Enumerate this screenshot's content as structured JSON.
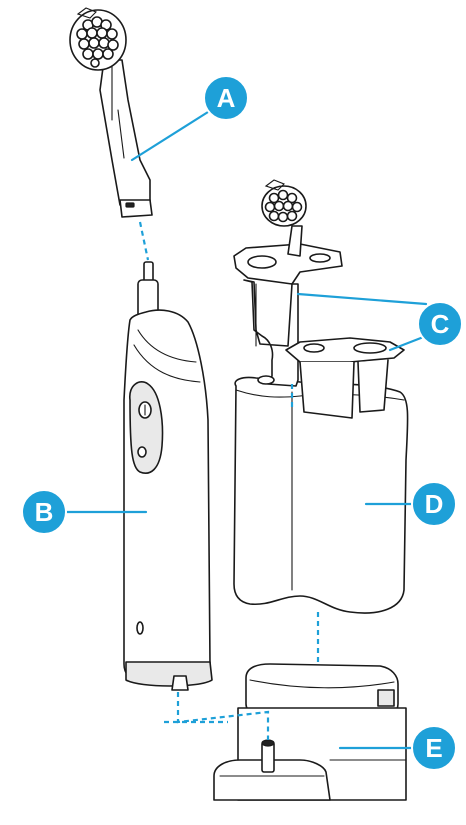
{
  "colors": {
    "accent": "#1ea0d8",
    "line": "#1a1a1a",
    "background": "#ffffff"
  },
  "labels": {
    "a": "A",
    "b": "B",
    "c": "C",
    "d": "D",
    "e": "E"
  }
}
